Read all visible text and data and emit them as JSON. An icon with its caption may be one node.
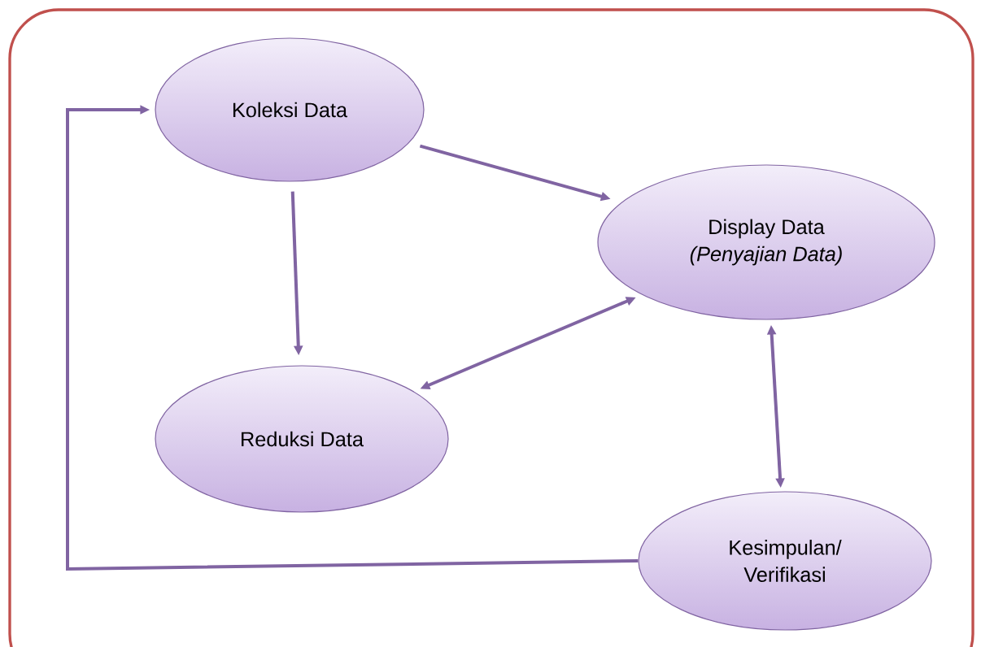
{
  "diagram": {
    "nodes": [
      {
        "text": [
          "Koleksi Data"
        ]
      },
      {
        "text": [
          "Display Data",
          "(Penyajian Data)"
        ]
      },
      {
        "text": [
          "Reduksi Data"
        ]
      },
      {
        "text": [
          "Kesimpulan/ Verifikasi"
        ]
      }
    ],
    "edges": [
      {
        "from": 0,
        "to": 1,
        "arrow": "to"
      },
      {
        "from": 0,
        "to": 2,
        "arrow": "to"
      },
      {
        "from": 2,
        "to": 1,
        "arrow": "both"
      },
      {
        "from": 1,
        "to": 3,
        "arrow": "both"
      },
      {
        "from": 3,
        "to": 0,
        "arrow": "to"
      }
    ]
  }
}
